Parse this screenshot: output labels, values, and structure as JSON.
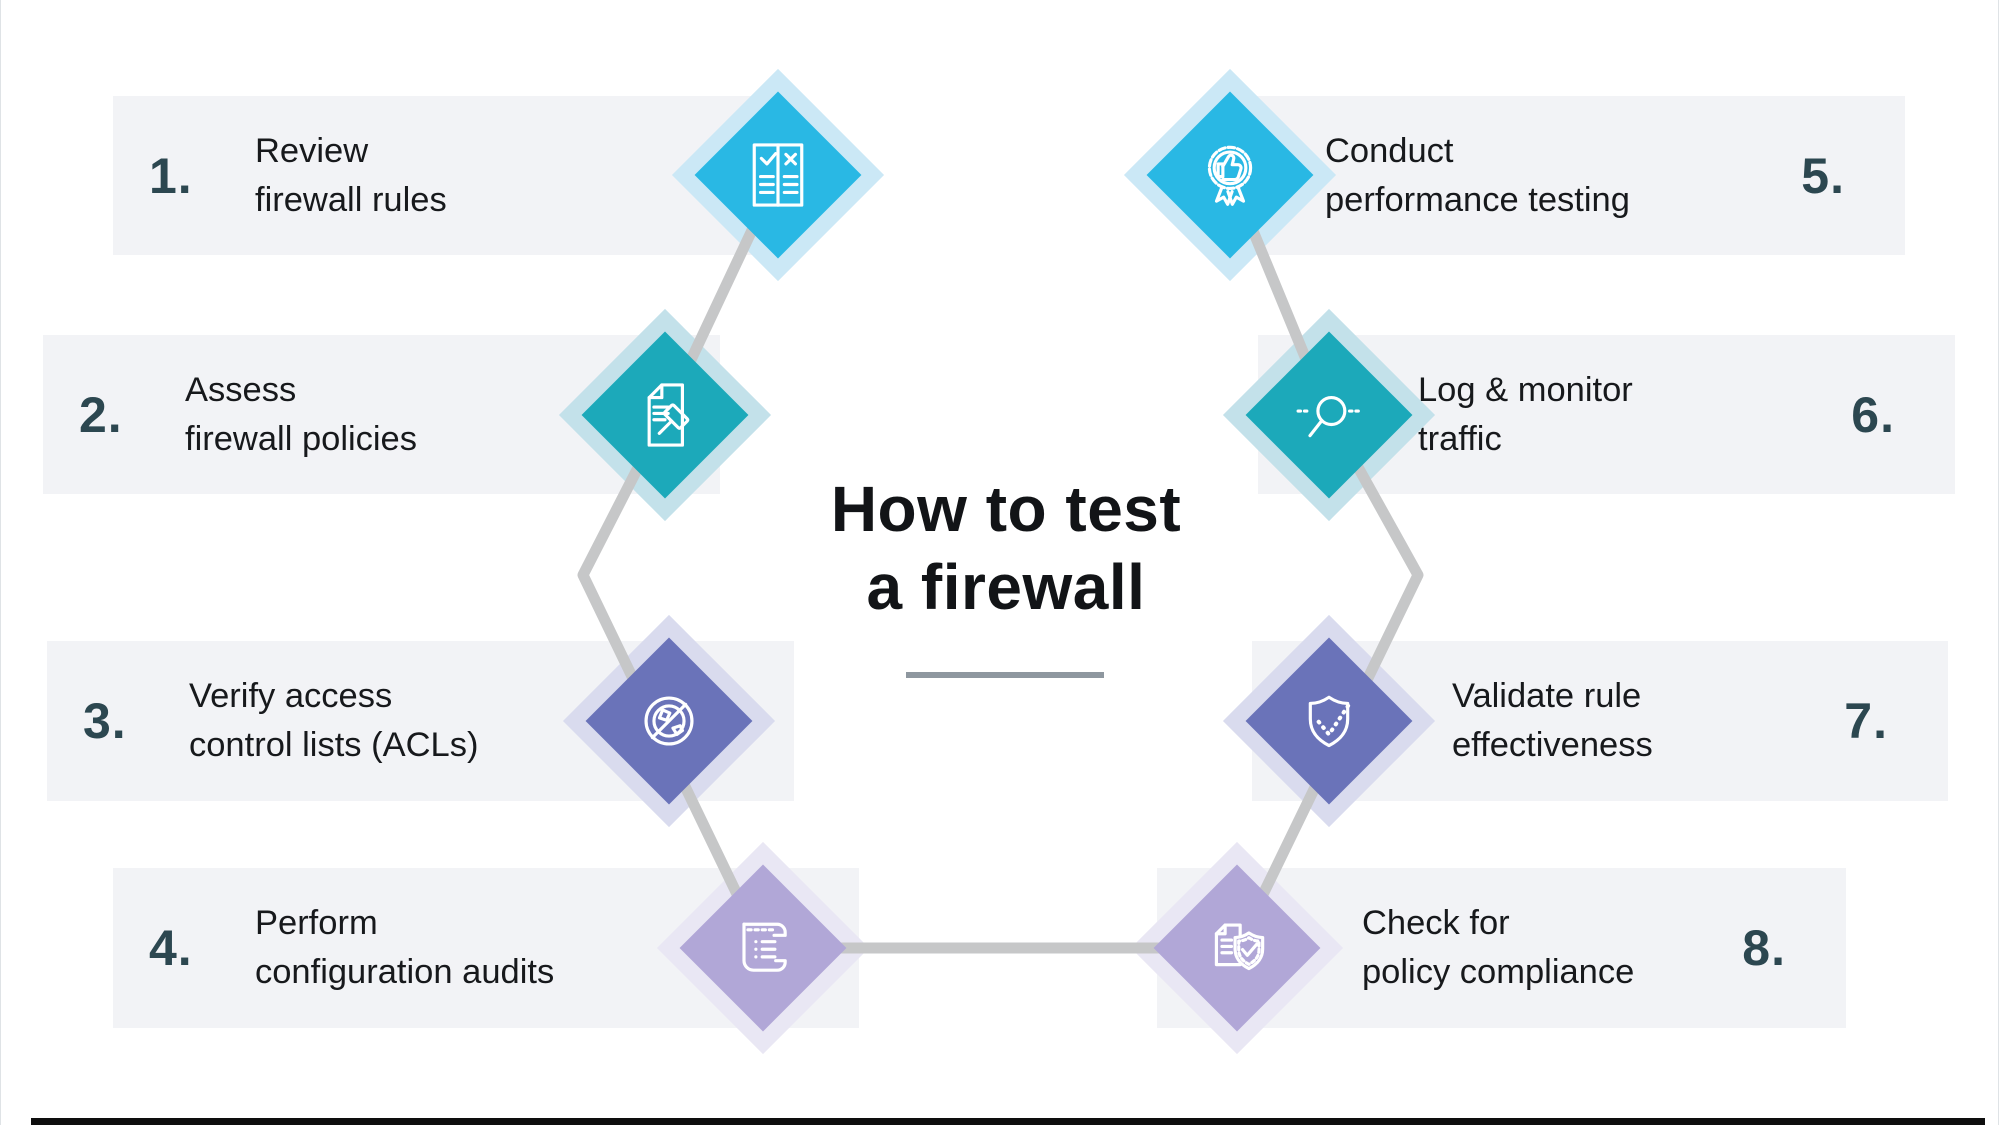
{
  "title": {
    "line1": "How to test",
    "line2": "a firewall"
  },
  "steps": [
    {
      "number": "1.",
      "label_line1": "Review",
      "label_line2": "firewall rules",
      "icon": "checklist-icon"
    },
    {
      "number": "2.",
      "label_line1": "Assess",
      "label_line2": "firewall policies",
      "icon": "document-gavel-icon"
    },
    {
      "number": "3.",
      "label_line1": "Verify access",
      "label_line2": "control lists (ACLs)",
      "icon": "blocked-globe-icon"
    },
    {
      "number": "4.",
      "label_line1": "Perform",
      "label_line2": "configuration audits",
      "icon": "scroll-icon"
    },
    {
      "number": "5.",
      "label_line1": "Conduct",
      "label_line2": "performance testing",
      "icon": "award-thumbs-up-icon"
    },
    {
      "number": "6.",
      "label_line1": "Log & monitor",
      "label_line2": "traffic",
      "icon": "magnifier-icon"
    },
    {
      "number": "7.",
      "label_line1": "Validate rule",
      "label_line2": "effectiveness",
      "icon": "shield-check-icon"
    },
    {
      "number": "8.",
      "label_line1": "Check for",
      "label_line2": "policy compliance",
      "icon": "document-shield-icon"
    }
  ],
  "colors": {
    "diamond_cyan": "#29b8e4",
    "diamond_cyan_backdrop": "#cbe8f6",
    "diamond_teal": "#1ca9ba",
    "diamond_teal_backdrop": "#c3e1ea",
    "diamond_purple": "#6a73b9",
    "diamond_purple_backdrop": "#d9dbee",
    "diamond_lavender": "#b1a7d7",
    "diamond_lavender_backdrop": "#e9e7f4",
    "connector_gray": "#c6c7c8",
    "row_background": "#f2f3f6",
    "number_text": "#2c4750",
    "body_text": "#17191c",
    "title_text": "#121417",
    "divider_gray": "#8e979f"
  }
}
